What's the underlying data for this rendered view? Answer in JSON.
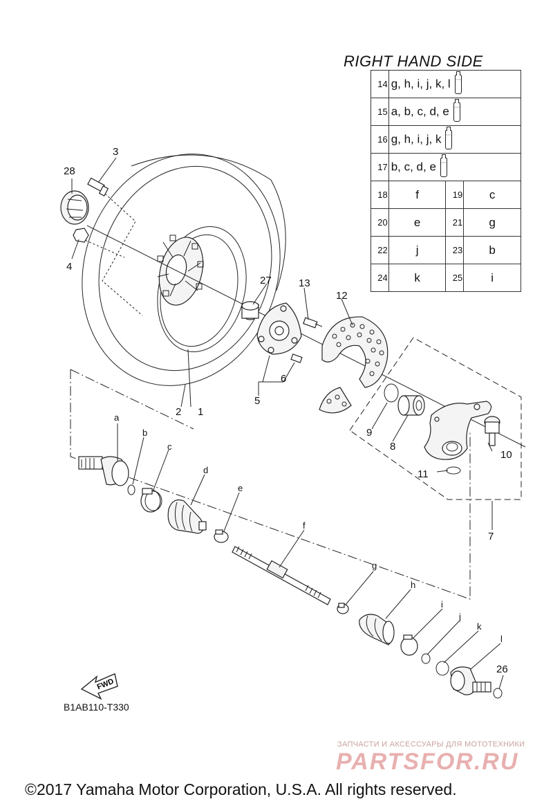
{
  "table": {
    "title": "RIGHT HAND SIDE",
    "rows": [
      {
        "num": "14",
        "letters": "g, h, i, j, k, l",
        "icon": "grease-tube-icon"
      },
      {
        "num": "15",
        "letters": "a, b, c, d, e",
        "icon": "grease-tube-icon"
      },
      {
        "num": "16",
        "letters": "g, h, i, j, k",
        "icon": "grease-tube-icon"
      },
      {
        "num": "17",
        "letters": "b, c, d, e",
        "icon": "grease-tube-icon"
      }
    ],
    "pairs": [
      {
        "n1": "18",
        "v1": "f",
        "n2": "19",
        "v2": "c"
      },
      {
        "n1": "20",
        "v1": "e",
        "n2": "21",
        "v2": "g"
      },
      {
        "n1": "22",
        "v1": "j",
        "n2": "23",
        "v2": "b"
      },
      {
        "n1": "24",
        "v1": "k",
        "n2": "25",
        "v2": "i"
      }
    ]
  },
  "callouts": {
    "c1": "1",
    "c2": "2",
    "c3": "3",
    "c4": "4",
    "c5": "5",
    "c6": "6",
    "c7": "7",
    "c8": "8",
    "c9": "9",
    "c10": "10",
    "c11": "11",
    "c12": "12",
    "c13": "13",
    "c26": "26",
    "c27": "27",
    "c28": "28",
    "a": "a",
    "b": "b",
    "c": "c",
    "d": "d",
    "e": "e",
    "f": "f",
    "g": "g",
    "h": "h",
    "i": "i",
    "j": "j",
    "k": "k",
    "l": "l"
  },
  "fwd_label": "FWD",
  "diagram_code": "B1AB110-T330",
  "watermark": {
    "tagline": "ЗАПЧАСТИ И АКСЕССУАРЫ ДЛЯ МОТОТЕХНИКИ",
    "logo": "PARTSFOR.RU"
  },
  "copyright": "©2017 Yamaha Motor Corporation, U.S.A. All rights reserved."
}
